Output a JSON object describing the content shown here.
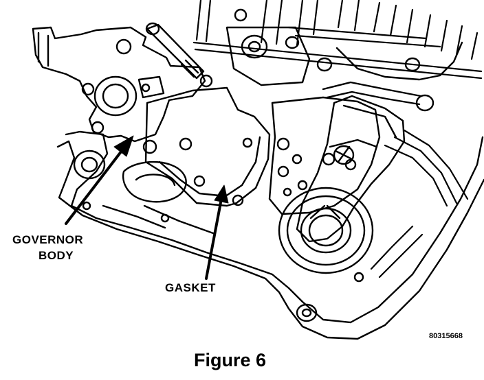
{
  "figure": {
    "caption": "Figure 6",
    "image_code": "80315668"
  },
  "callouts": {
    "governor_body": [
      "GOVERNOR",
      "BODY"
    ],
    "gasket": "GASKET"
  },
  "colors": {
    "ink": "#000000",
    "paper": "#ffffff"
  }
}
